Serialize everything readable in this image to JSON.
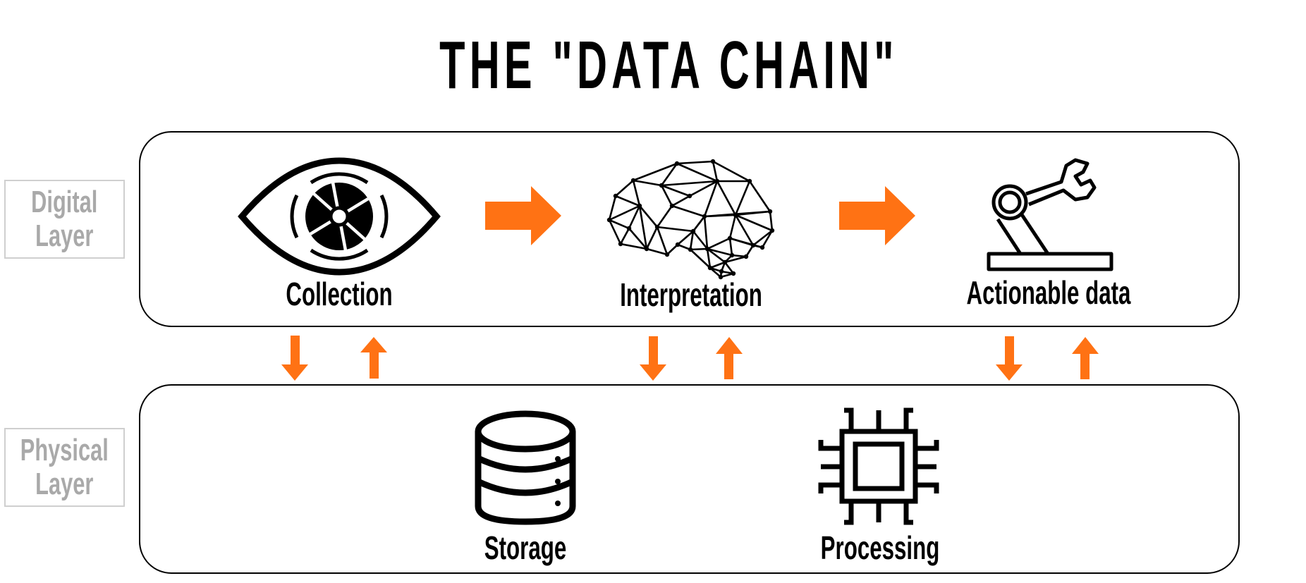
{
  "title": "THE \"DATA CHAIN\"",
  "colors": {
    "accent": "#FF7214",
    "icon": "#000000",
    "layer_label": "#A9A9A9",
    "layer_label_border": "#CFCFCF"
  },
  "layers": [
    {
      "label": "Digital\nLayer",
      "nodes": [
        {
          "label": "Collection",
          "icon": "eye-aperture-icon"
        },
        {
          "label": "Interpretation",
          "icon": "brain-network-icon"
        },
        {
          "label": "Actionable data",
          "icon": "robot-arm-icon"
        }
      ],
      "flow_arrows": [
        "right-arrow",
        "right-arrow"
      ]
    },
    {
      "label": "Physical\nLayer",
      "nodes": [
        {
          "label": "Storage",
          "icon": "database-icon"
        },
        {
          "label": "Processing",
          "icon": "cpu-chip-icon"
        }
      ]
    }
  ],
  "connectors": [
    {
      "between": "Collection",
      "arrows": [
        "down",
        "up"
      ]
    },
    {
      "between": "Interpretation",
      "arrows": [
        "down",
        "up"
      ]
    },
    {
      "between": "Actionable data",
      "arrows": [
        "down",
        "up"
      ]
    }
  ]
}
